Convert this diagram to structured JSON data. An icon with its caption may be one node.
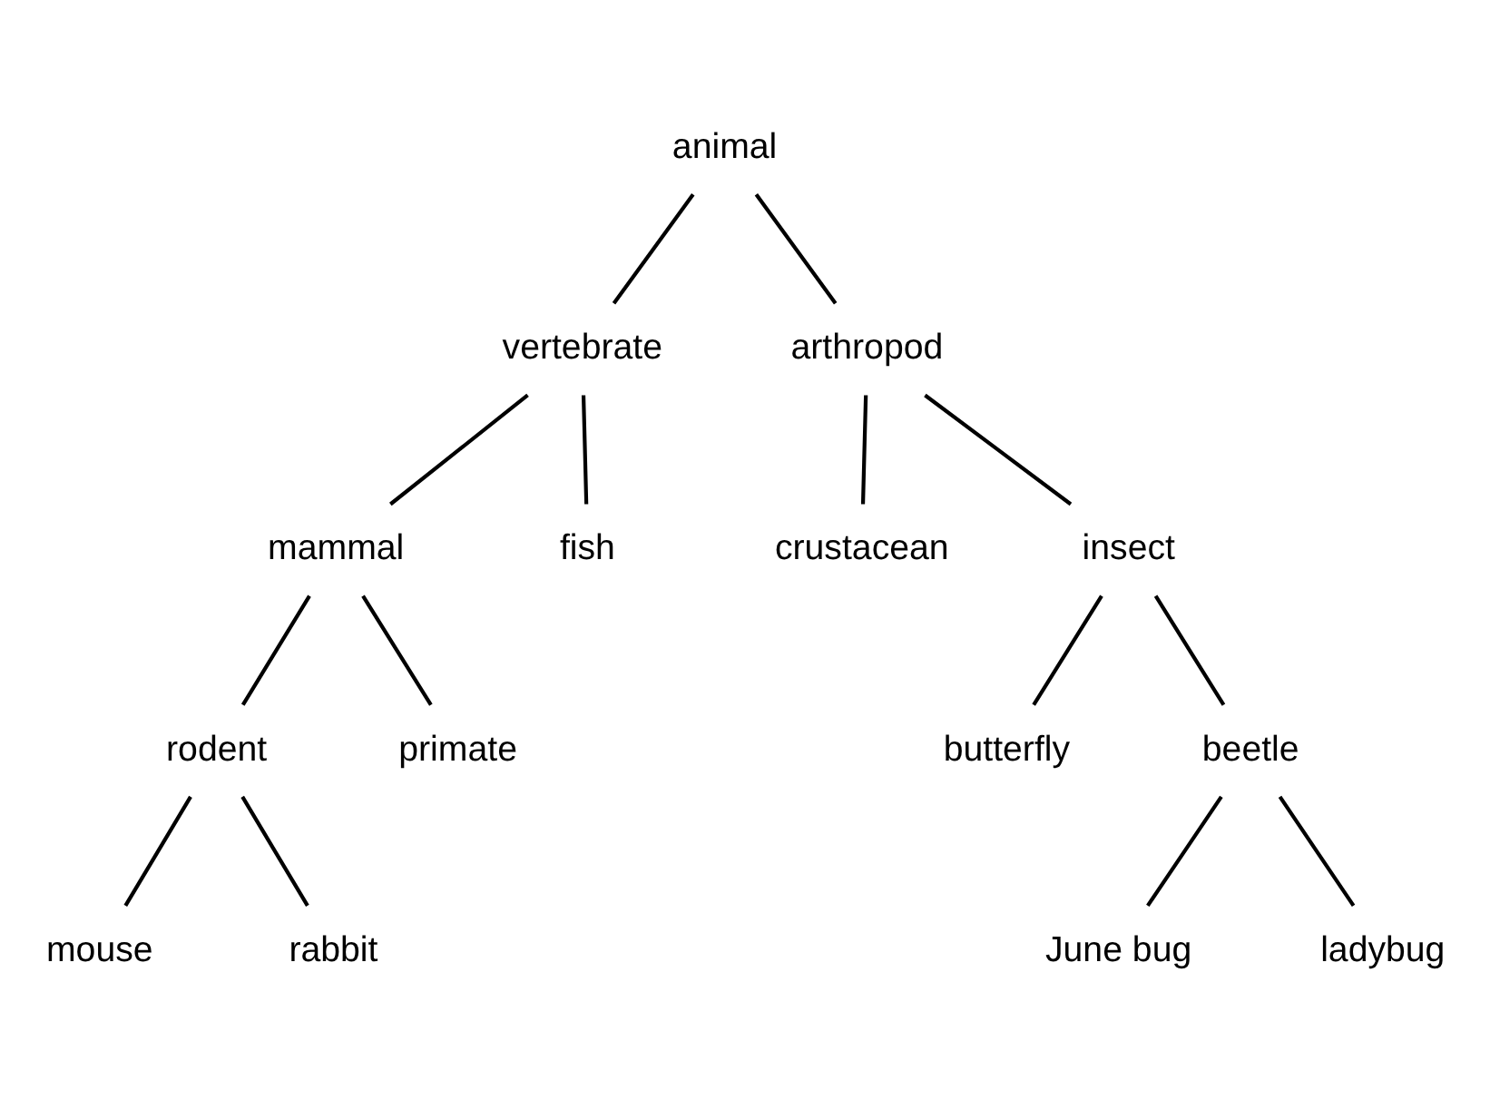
{
  "diagram": {
    "nodes": [
      {
        "text": [
          "animal"
        ]
      },
      {
        "text": [
          "vertebrate"
        ]
      },
      {
        "text": [
          "arthropod"
        ]
      },
      {
        "text": [
          "mammal"
        ]
      },
      {
        "text": [
          "fish"
        ]
      },
      {
        "text": [
          "crustacean"
        ]
      },
      {
        "text": [
          "insect"
        ]
      },
      {
        "text": [
          "rodent"
        ]
      },
      {
        "text": [
          "primate"
        ]
      },
      {
        "text": [
          "butterfly"
        ]
      },
      {
        "text": [
          "beetle"
        ]
      },
      {
        "text": [
          "mouse"
        ]
      },
      {
        "text": [
          "rabbit"
        ]
      },
      {
        "text": [
          "June bug"
        ]
      },
      {
        "text": [
          "ladybug"
        ]
      }
    ],
    "edges": [
      {
        "from": 0,
        "to": 1,
        "arrow": "none"
      },
      {
        "from": 0,
        "to": 2,
        "arrow": "none"
      },
      {
        "from": 1,
        "to": 3,
        "arrow": "none"
      },
      {
        "from": 1,
        "to": 4,
        "arrow": "none"
      },
      {
        "from": 2,
        "to": 5,
        "arrow": "none"
      },
      {
        "from": 2,
        "to": 6,
        "arrow": "none"
      },
      {
        "from": 3,
        "to": 7,
        "arrow": "none"
      },
      {
        "from": 3,
        "to": 8,
        "arrow": "none"
      },
      {
        "from": 6,
        "to": 9,
        "arrow": "none"
      },
      {
        "from": 6,
        "to": 10,
        "arrow": "none"
      },
      {
        "from": 7,
        "to": 11,
        "arrow": "none"
      },
      {
        "from": 7,
        "to": 12,
        "arrow": "none"
      },
      {
        "from": 10,
        "to": 13,
        "arrow": "none"
      },
      {
        "from": 10,
        "to": 14,
        "arrow": "none"
      }
    ]
  }
}
